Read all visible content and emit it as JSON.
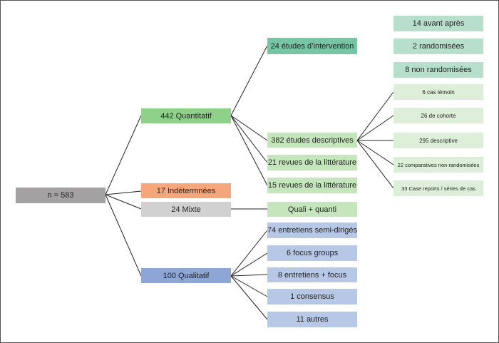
{
  "colors": {
    "root": "#a3a1a1",
    "quantitatif": "#8fd18a",
    "indeterminees": "#f6a67a",
    "mixte": "#d1d1d1",
    "qualitatif": "#8da6d6",
    "intervention": "#76c5a4",
    "descriptive": "#c5e6bd",
    "teal_light": "#b8dfcc",
    "qual_light": "#b6c8e6",
    "line": "#222222"
  },
  "nodes": {
    "root": "n = 583",
    "quantitatif": "442 Quantitatif",
    "indeterminees": "17 Indétermnées",
    "mixte": "24 Mixte",
    "qualitatif": "100 Qualitatif",
    "interventions": "24 études d’intervention",
    "descriptives": "382 études descriptives",
    "revues1": "21 revues de la littérature",
    "revues2": "15 revues de la littérature",
    "quali_quanti": "Quali + quanti",
    "entretiens_semi": "74 entretiens semi-dirigés",
    "focus_groups": "6 focus groups",
    "entretiens_focus": "8 entretiens + focus",
    "consensus": "1 consensus",
    "autres": "11 autres",
    "avant_apres": "14 avant après",
    "randomisees": "2 randomisées",
    "non_randomisees": "8 non randomisées",
    "cas_temoin": "6 cas témoin",
    "cohorte": "26 de cohorte",
    "descriptive": "295 descriptive",
    "comparatives": "22 comparatives non randomisées",
    "case_reports": "33 Case reports / séries de cas"
  }
}
